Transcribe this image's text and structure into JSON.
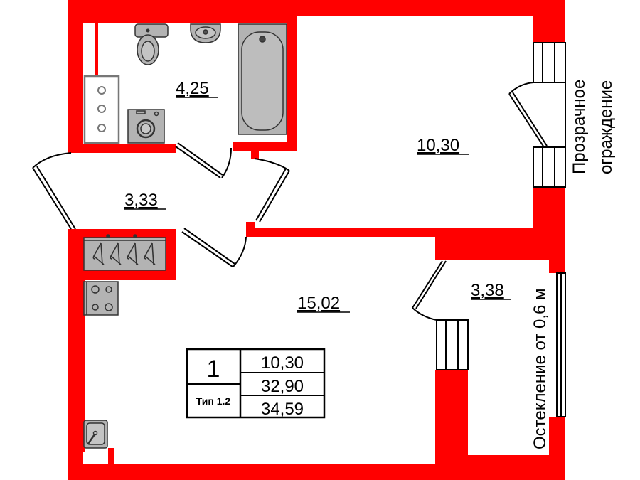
{
  "plan": {
    "wall_color": "#ff0000",
    "fixture_color": "#b3b3b3",
    "line_color": "#000000"
  },
  "rooms": [
    {
      "id": "bathroom",
      "area": "4,25"
    },
    {
      "id": "hallway",
      "area": "3,33"
    },
    {
      "id": "bedroom",
      "area": "10,30"
    },
    {
      "id": "kitchen-living",
      "area": "15,02"
    },
    {
      "id": "loggia",
      "area": "3,38"
    }
  ],
  "annotations": {
    "transparent_railing_line1": "Прозрачное",
    "transparent_railing_line2": "ограждение",
    "glazing": "Остекление от 0,6 м"
  },
  "summary_table": {
    "rooms_count": "1",
    "type": "Тип 1.2",
    "living_area": "10,30",
    "total_area": "32,90",
    "total_area_with_loggia": "34,59"
  }
}
